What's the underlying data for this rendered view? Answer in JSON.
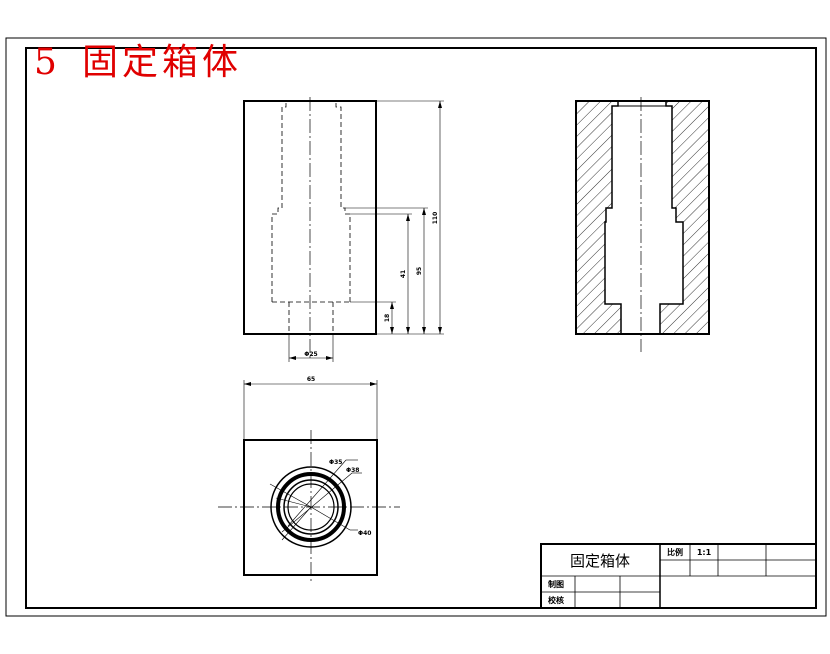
{
  "heading": {
    "number": "5",
    "title": "固定箱体"
  },
  "front_view": {
    "dims": {
      "total_height": "110",
      "height_95": "95",
      "height_41": "41",
      "height_18": "18",
      "bottom_dia": "Φ25"
    }
  },
  "top_view": {
    "dims": {
      "width": "65",
      "dia_35": "Φ35",
      "dia_38": "Φ38",
      "dia_40": "Φ40"
    }
  },
  "title_block": {
    "part_name": "固定箱体",
    "scale_label": "比例",
    "scale_value": "1:1",
    "drawn_label": "制图",
    "checked_label": "校核"
  },
  "colors": {
    "heading": "#e00000",
    "lines": "#000000"
  }
}
